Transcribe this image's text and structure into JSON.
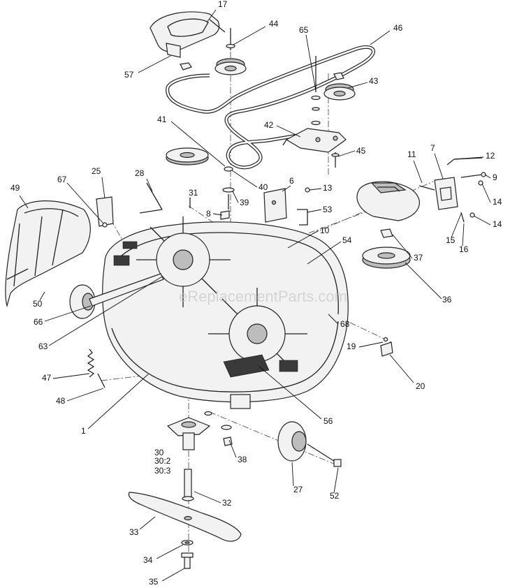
{
  "watermark": "eReplacementParts.com",
  "callouts": [
    {
      "id": "17",
      "label": "17"
    },
    {
      "id": "44",
      "label": "44"
    },
    {
      "id": "65",
      "label": "65"
    },
    {
      "id": "46",
      "label": "46"
    },
    {
      "id": "57",
      "label": "57"
    },
    {
      "id": "43",
      "label": "43"
    },
    {
      "id": "41",
      "label": "41"
    },
    {
      "id": "42",
      "label": "42"
    },
    {
      "id": "45",
      "label": "45"
    },
    {
      "id": "11",
      "label": "11"
    },
    {
      "id": "7",
      "label": "7"
    },
    {
      "id": "12",
      "label": "12"
    },
    {
      "id": "9",
      "label": "9"
    },
    {
      "id": "14a",
      "label": "14"
    },
    {
      "id": "14b",
      "label": "14"
    },
    {
      "id": "15",
      "label": "15"
    },
    {
      "id": "16",
      "label": "16"
    },
    {
      "id": "40",
      "label": "40"
    },
    {
      "id": "39",
      "label": "39"
    },
    {
      "id": "6",
      "label": "6"
    },
    {
      "id": "13",
      "label": "13"
    },
    {
      "id": "53",
      "label": "53"
    },
    {
      "id": "10",
      "label": "10"
    },
    {
      "id": "54",
      "label": "54"
    },
    {
      "id": "37",
      "label": "37"
    },
    {
      "id": "36",
      "label": "36"
    },
    {
      "id": "49",
      "label": "49"
    },
    {
      "id": "67",
      "label": "67"
    },
    {
      "id": "25",
      "label": "25"
    },
    {
      "id": "28",
      "label": "28"
    },
    {
      "id": "31",
      "label": "31"
    },
    {
      "id": "8",
      "label": "8"
    },
    {
      "id": "50",
      "label": "50"
    },
    {
      "id": "66",
      "label": "66"
    },
    {
      "id": "63",
      "label": "63"
    },
    {
      "id": "68",
      "label": "68"
    },
    {
      "id": "19",
      "label": "19"
    },
    {
      "id": "20",
      "label": "20"
    },
    {
      "id": "47",
      "label": "47"
    },
    {
      "id": "48",
      "label": "48"
    },
    {
      "id": "1",
      "label": "1"
    },
    {
      "id": "56",
      "label": "56"
    },
    {
      "id": "30",
      "label": "30"
    },
    {
      "id": "30_2",
      "label": "30:2"
    },
    {
      "id": "30_3",
      "label": "30:3"
    },
    {
      "id": "38",
      "label": "38"
    },
    {
      "id": "27",
      "label": "27"
    },
    {
      "id": "52",
      "label": "52"
    },
    {
      "id": "32",
      "label": "32"
    },
    {
      "id": "33",
      "label": "33"
    },
    {
      "id": "34",
      "label": "34"
    },
    {
      "id": "35",
      "label": "35"
    }
  ]
}
